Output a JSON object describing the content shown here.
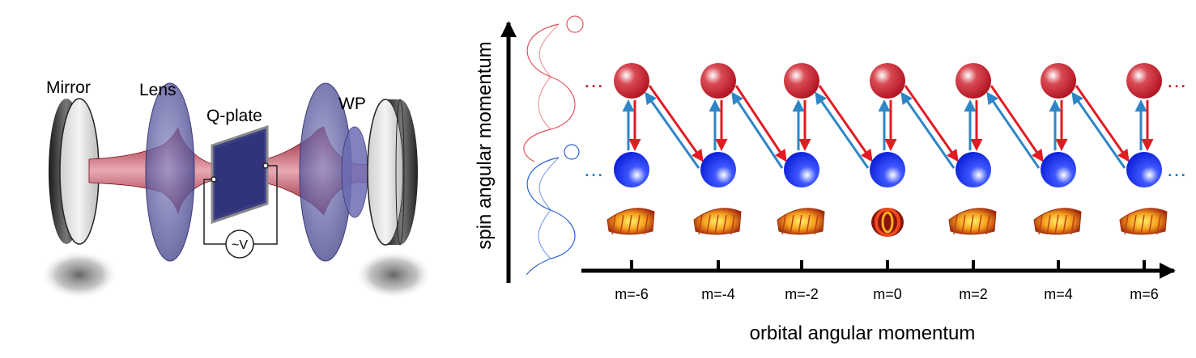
{
  "optics": {
    "mirror_label": "Mirror",
    "lens_label": "Lens",
    "qplate_label": "Q-plate",
    "wp_label": "WP",
    "voltage_label": "~V"
  },
  "axes": {
    "y_label": "spin angular momentum",
    "x_label": "orbital angular momentum",
    "ellipsis": "…"
  },
  "modes": {
    "tick_labels": [
      "m=-6",
      "m=-4",
      "m=-2",
      "m=0",
      "m=2",
      "m=4",
      "m=6"
    ]
  },
  "colors": {
    "red_state": "#c0182a",
    "blue_state": "#0a1fd8",
    "red_arrow": "#e21b22",
    "blue_arrow": "#2f86c6",
    "beam": "#a8182a",
    "lens": "#5a5aa0",
    "ellipsis_red": "#c0182a",
    "ellipsis_blue": "#1a78c2"
  }
}
